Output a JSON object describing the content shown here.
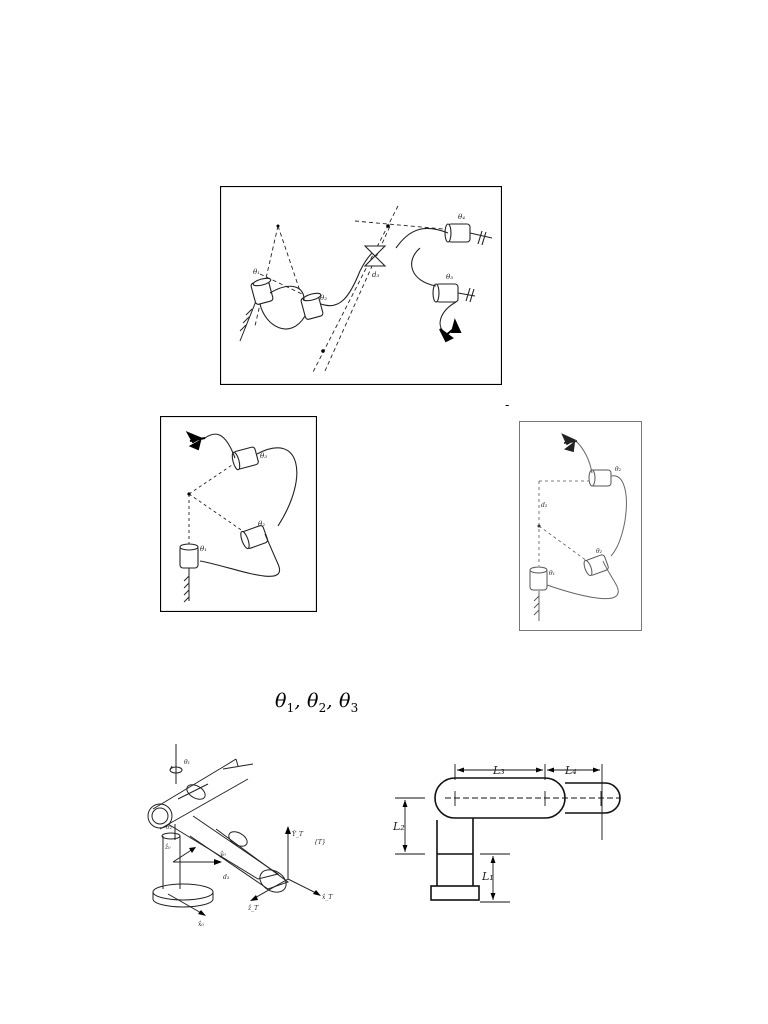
{
  "fig1": {
    "labels": {
      "t1": "θ₁",
      "t2": "θ₂",
      "t3": "d₃",
      "t4": "θ₄",
      "t5": "θ₅"
    }
  },
  "fig2": {
    "labels": {
      "t1": "θ₁",
      "t2": "θ₂",
      "t3": "θ₃"
    }
  },
  "fig3": {
    "labels": {
      "t1": "θ₁",
      "t2": "θ₂",
      "d": "d₂"
    }
  },
  "separator": "-",
  "joint_variables": {
    "symbol": "θ",
    "items": [
      {
        "sym": "θ",
        "sub": "1",
        "sep": ", "
      },
      {
        "sym": "θ",
        "sub": "2",
        "sep": ", "
      },
      {
        "sym": "θ",
        "sub": "3",
        "sep": ""
      }
    ]
  },
  "fig4": {
    "labels": {
      "t1": "θ₁",
      "t2": "θ₂",
      "d3": "d₃",
      "zo": "ẑ₀",
      "y0": "ŷ₀",
      "x0": "x̂₀",
      "yt": "Ŷ_T",
      "zt": "ẑ_T",
      "xt": "x̂_T",
      "frame": "{T}"
    }
  },
  "fig5": {
    "labels": {
      "L1": "L₁",
      "L2": "L₂",
      "L3": "L₃",
      "L4": "L₄"
    }
  }
}
